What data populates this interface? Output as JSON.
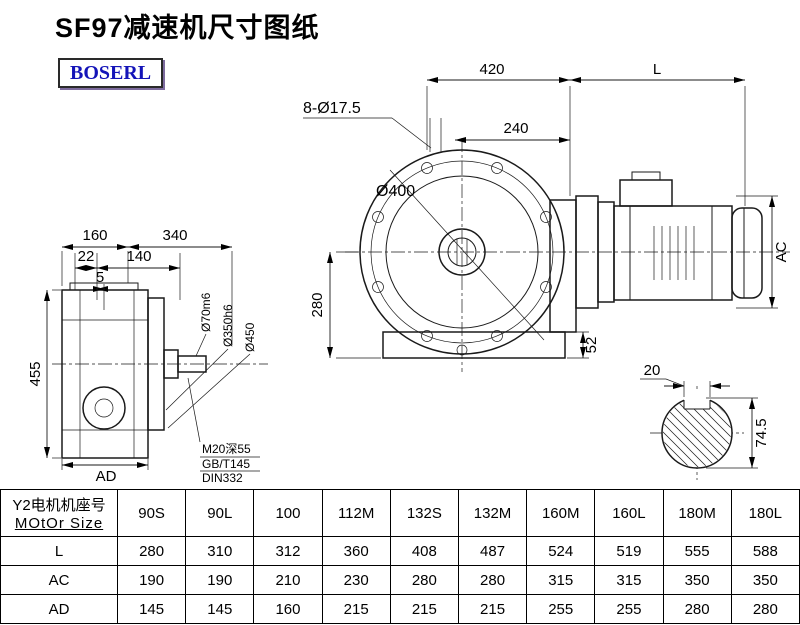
{
  "title": "SF97减速机尺寸图纸",
  "logo": "BOSERL",
  "drawing": {
    "dim_420": "420",
    "dim_L": "L",
    "dim_8_holes": "8-Ø17.5",
    "dim_240": "240",
    "dim_d400": "Ø400",
    "dim_280": "280",
    "dim_52": "52",
    "dim_AC": "AC",
    "dim_160": "160",
    "dim_340": "340",
    "dim_22": "22",
    "dim_140": "140",
    "dim_5": "5",
    "dim_455": "455",
    "dim_AD": "AD",
    "dim_d70": "Ø70m6",
    "dim_d350": "Ø350h6",
    "dim_d450": "Ø450",
    "note_m20": "M20深55",
    "note_gb": "GB/T145",
    "note_din": "DIN332",
    "dim_20": "20",
    "dim_74_5": "74.5"
  },
  "table": {
    "row_header_line1": "Y2电机机座号",
    "row_header_line2": "MOtOr Size",
    "columns": [
      "90S",
      "90L",
      "100",
      "112M",
      "132S",
      "132M",
      "160M",
      "160L",
      "180M",
      "180L"
    ],
    "rows": [
      {
        "label": "L",
        "values": [
          "280",
          "310",
          "312",
          "360",
          "408",
          "487",
          "524",
          "519",
          "555",
          "588"
        ]
      },
      {
        "label": "AC",
        "values": [
          "190",
          "190",
          "210",
          "230",
          "280",
          "280",
          "315",
          "315",
          "350",
          "350"
        ]
      },
      {
        "label": "AD",
        "values": [
          "145",
          "145",
          "160",
          "215",
          "215",
          "215",
          "255",
          "255",
          "280",
          "280"
        ]
      }
    ]
  }
}
